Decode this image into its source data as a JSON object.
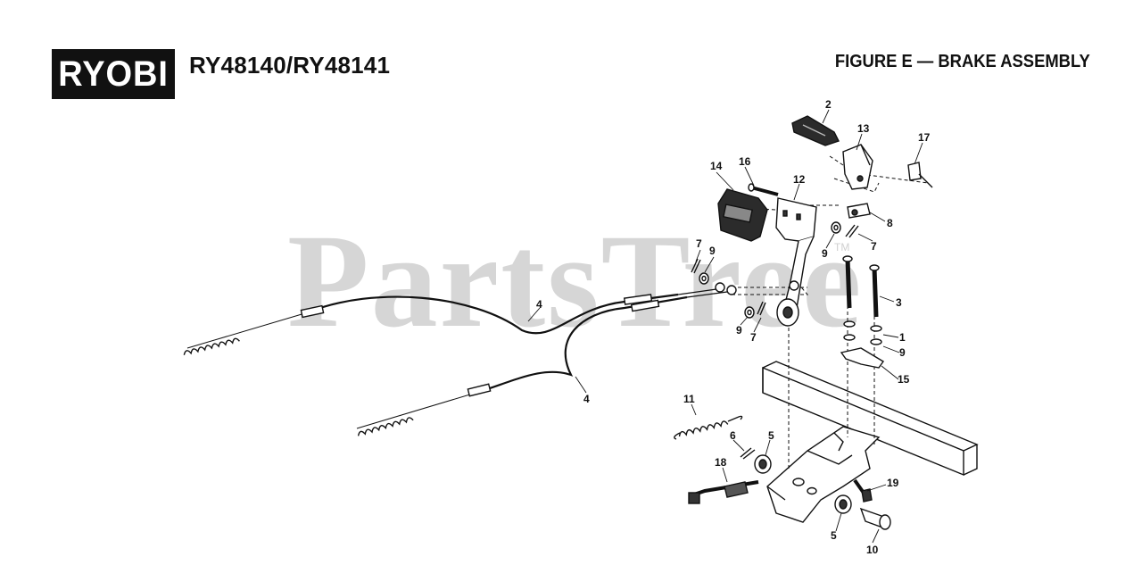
{
  "header": {
    "brand": "RYOBI",
    "model": "RY48140/RY48141",
    "figure_title": "FIGURE E — BRAKE ASSEMBLY"
  },
  "watermark": {
    "text": "PartsTree",
    "trademark": "TM"
  },
  "callouts": {
    "c2": "2",
    "c13": "13",
    "c17": "17",
    "c14": "14",
    "c16": "16",
    "c12": "12",
    "c8": "8",
    "c7_right": "7",
    "c9_right": "9",
    "c7_left_top": "7",
    "c9_left_top": "9",
    "c4_upper": "4",
    "c4_lower": "4",
    "c9_left_bottom": "9",
    "c7_left_bottom": "7",
    "c3": "3",
    "c1": "1",
    "c9_lower_right": "9",
    "c15": "15",
    "c11": "11",
    "c6": "6",
    "c5_upper": "5",
    "c18": "18",
    "c19": "19",
    "c5_lower": "5",
    "c10": "10"
  }
}
